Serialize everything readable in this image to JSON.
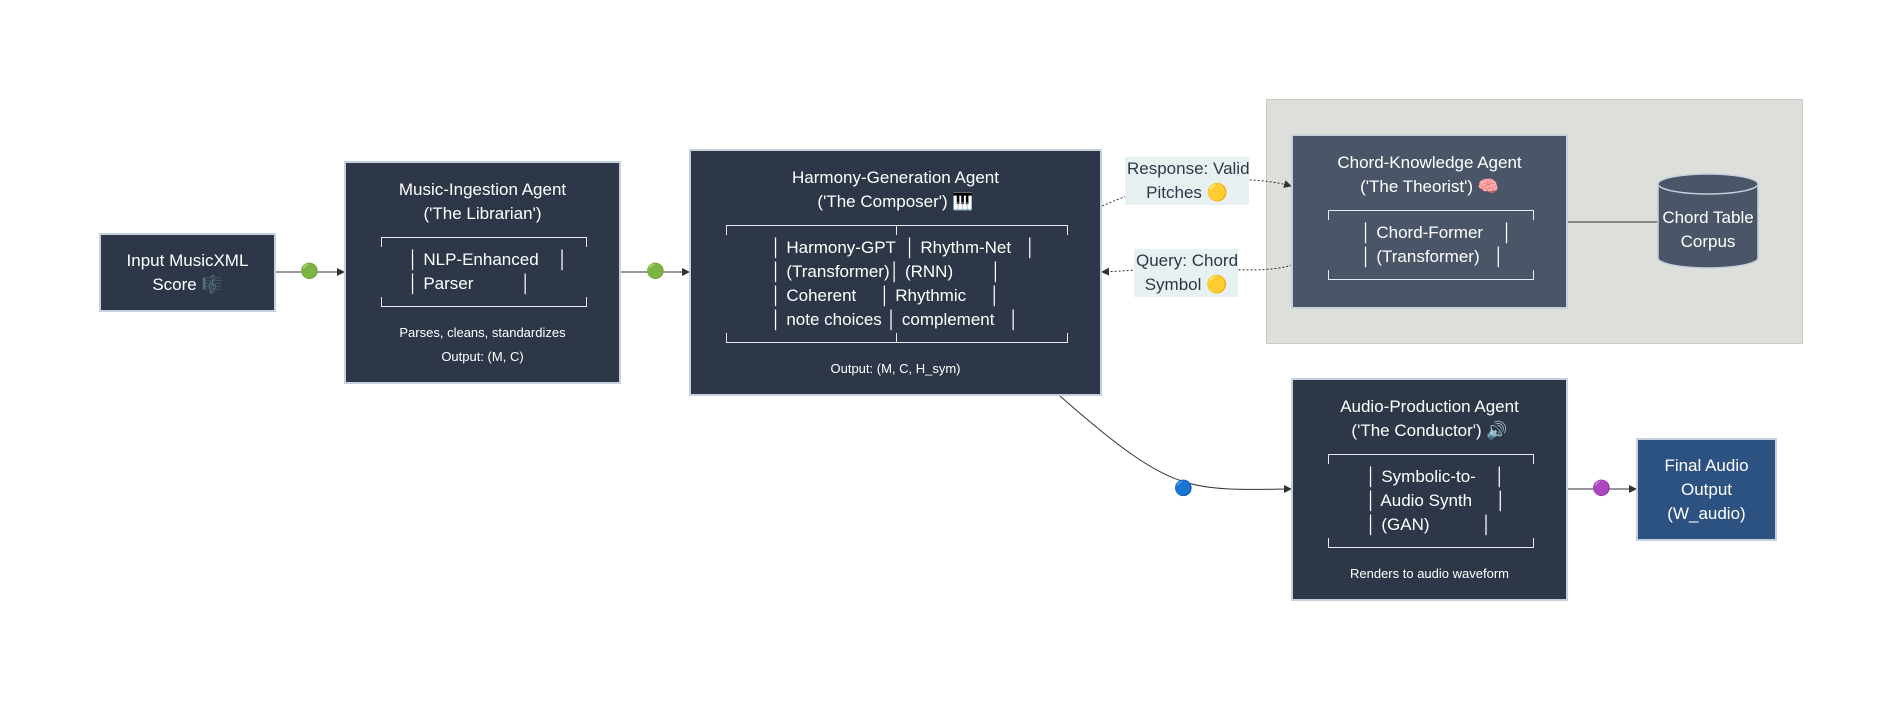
{
  "input_node": {
    "line1": "Input MusicXML",
    "line2": "Score 🎼"
  },
  "ingestion": {
    "title1": "Music-Ingestion Agent",
    "title2": "('The Librarian')",
    "rows": [
      "│ NLP-Enhanced    │",
      "│ Parser          │"
    ],
    "desc": "Parses, cleans, standardizes",
    "output": "Output: (M, C)"
  },
  "harmony": {
    "title1": "Harmony-Generation Agent",
    "title2": "('The Composer') 🎹",
    "rows": [
      "│ Harmony-GPT  │ Rhythm-Net   │",
      "│ (Transformer)│ (RNN)        │",
      "│ Coherent     │ Rhythmic     │",
      "│ note choices │ complement   │"
    ],
    "output": "Output: (M, C, H_sym)"
  },
  "chord_agent": {
    "title1": "Chord-Knowledge Agent",
    "title2": "('The Theorist') 🧠",
    "rows": [
      "│ Chord-Former    │",
      "│ (Transformer)   │"
    ]
  },
  "chord_db": {
    "line1": "Chord Table",
    "line2": "Corpus"
  },
  "audio": {
    "title1": "Audio-Production Agent",
    "title2": "('The Conductor') 🔊",
    "rows": [
      "│ Symbolic-to-    │",
      "│ Audio Synth     │",
      "│ (GAN)           │"
    ],
    "desc": "Renders to audio waveform"
  },
  "final_output": {
    "line1": "Final Audio",
    "line2": "Output",
    "line3": "(W_audio)"
  },
  "edges": {
    "response": {
      "line1": "Response: Valid",
      "line2": "Pitches 🟡"
    },
    "query": {
      "line1": "Query: Chord",
      "line2": "Symbol 🟡"
    },
    "input_to_ingestion": "🟢",
    "ingestion_to_harmony": "🟢",
    "harmony_to_audio": "🔵",
    "audio_to_final": "🟣"
  },
  "colors": {
    "node_bg": "#2d3748",
    "chord_agent_bg": "#4a5568",
    "final_bg": "#2c5282",
    "cluster_bg": "#dedfda",
    "edge_label_bg": "#e8f1f1"
  }
}
